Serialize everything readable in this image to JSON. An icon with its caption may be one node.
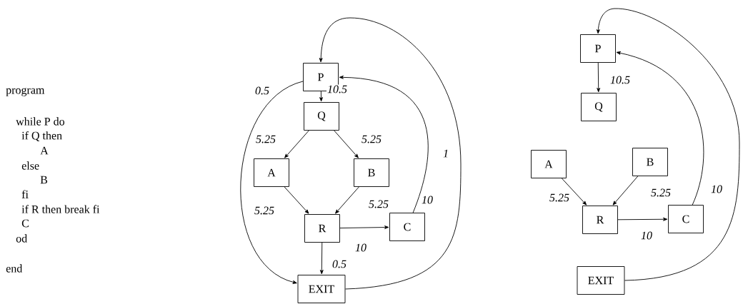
{
  "diagram": {
    "nodes": [
      {
        "text": [
          "P"
        ]
      },
      {
        "text": [
          "Q"
        ]
      },
      {
        "text": [
          "A"
        ]
      },
      {
        "text": [
          "B"
        ]
      },
      {
        "text": [
          "R"
        ]
      },
      {
        "text": [
          "C"
        ]
      },
      {
        "text": [
          "EXIT"
        ]
      },
      {
        "text": [
          "P"
        ]
      },
      {
        "text": [
          "Q"
        ]
      },
      {
        "text": [
          "A"
        ]
      },
      {
        "text": [
          "B"
        ]
      },
      {
        "text": [
          "R"
        ]
      },
      {
        "text": [
          "C"
        ]
      },
      {
        "text": [
          "EXIT"
        ]
      }
    ],
    "edges": [
      {
        "from": 0,
        "to": 1,
        "arrow": "to",
        "label": "10.5"
      },
      {
        "from": 0,
        "to": 6,
        "arrow": "to",
        "label": "0.5"
      },
      {
        "from": 1,
        "to": 2,
        "arrow": "to",
        "label": "5.25"
      },
      {
        "from": 1,
        "to": 3,
        "arrow": "to",
        "label": "5.25"
      },
      {
        "from": 2,
        "to": 4,
        "arrow": "to",
        "label": "5.25"
      },
      {
        "from": 3,
        "to": 4,
        "arrow": "to",
        "label": "5.25"
      },
      {
        "from": 4,
        "to": 5,
        "arrow": "to",
        "label": "10"
      },
      {
        "from": 4,
        "to": 6,
        "arrow": "to",
        "label": "0.5"
      },
      {
        "from": 5,
        "to": 0,
        "arrow": "to",
        "label": "10"
      },
      {
        "from": 6,
        "to": 0,
        "arrow": "to",
        "label": "1"
      },
      {
        "from": 7,
        "to": 8,
        "arrow": "to",
        "label": "10.5"
      },
      {
        "from": 9,
        "to": 11,
        "arrow": "to",
        "label": "5.25"
      },
      {
        "from": 10,
        "to": 11,
        "arrow": "to",
        "label": "5.25"
      },
      {
        "from": 11,
        "to": 12,
        "arrow": "to",
        "label": "10"
      },
      {
        "from": 12,
        "to": 7,
        "arrow": "to",
        "label": "10"
      },
      {
        "from": 13,
        "to": 7,
        "arrow": "to"
      }
    ],
    "labels": [
      "program",
      "while P do",
      "if Q  then",
      "A",
      "else",
      "B",
      "fi",
      "if R  then  break  fi",
      "C",
      "od",
      "end"
    ]
  }
}
